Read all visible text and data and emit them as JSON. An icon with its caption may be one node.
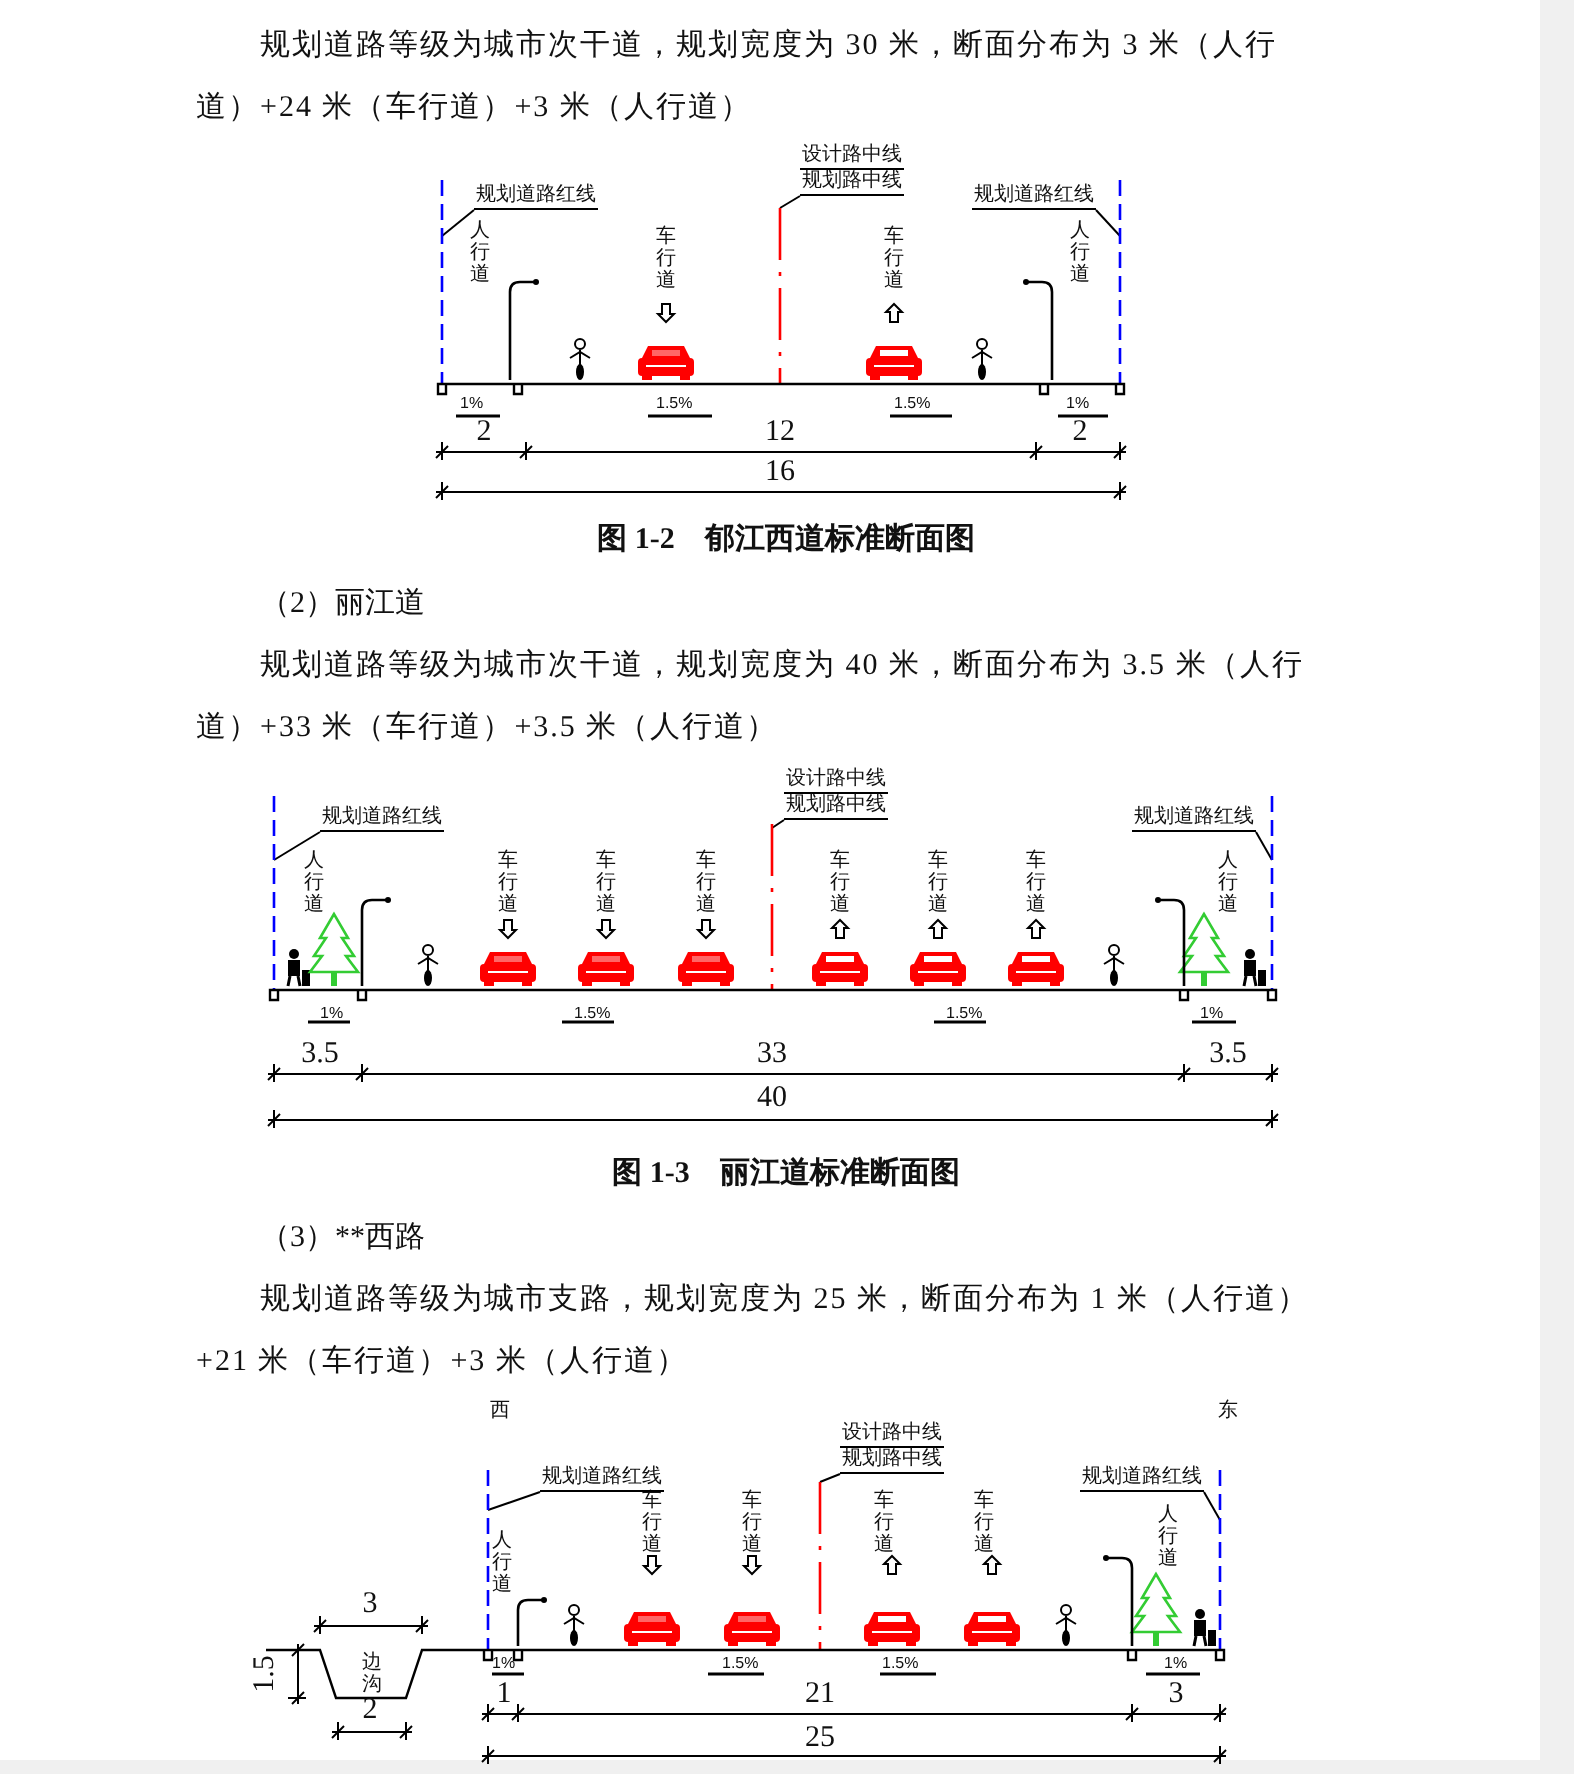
{
  "diagram": {
    "nodes": [
      {
        "text": [
          "规划道路红线"
        ]
      },
      {
        "text": [
          "设计路中线",
          "规划路中线"
        ]
      },
      {
        "text": [
          "规划道路红线"
        ]
      },
      {
        "text": [
          "规划道路红线"
        ]
      },
      {
        "text": [
          "设计路中线",
          "规划路中线"
        ]
      },
      {
        "text": [
          "规划道路红线"
        ]
      },
      {
        "text": [
          "规划道路红线"
        ]
      },
      {
        "text": [
          "设计路中线",
          "规划路中线"
        ]
      },
      {
        "text": [
          "规划道路红线"
        ]
      }
    ],
    "edges": [
      {
        "from": 0,
        "to": null,
        "arrow": "none"
      },
      {
        "from": 1,
        "to": null,
        "arrow": "none"
      },
      {
        "from": 2,
        "to": null,
        "arrow": "none"
      },
      {
        "from": 3,
        "to": null,
        "arrow": "none"
      },
      {
        "from": 4,
        "to": null,
        "arrow": "none"
      },
      {
        "from": 5,
        "to": null,
        "arrow": "none"
      },
      {
        "from": 6,
        "to": null,
        "arrow": "none"
      },
      {
        "from": 7,
        "to": null,
        "arrow": "none"
      },
      {
        "from": 8,
        "to": null,
        "arrow": "none"
      }
    ],
    "labels": [
      "规划道路等级为城市次干道，规划宽度为 30 米，断面分布为 3 米（人行道）+24 米（车行道）+3 米（人行道）",
      "人行道",
      "车行道",
      "车行道",
      "人行道",
      "1%",
      "1.5%",
      "1.5%",
      "1%",
      "2",
      "12",
      "2",
      "16",
      "图 1-2　郁江西道标准断面图",
      "（2）丽江道",
      "规划道路等级为城市次干道，规划宽度为 40 米，断面分布为 3.5 米（人行道）+33 米（车行道）+3.5 米（人行道）",
      "人行道",
      "车行道",
      "车行道",
      "车行道",
      "车行道",
      "车行道",
      "车行道",
      "人行道",
      "1%",
      "1.5%",
      "1.5%",
      "1%",
      "3.5",
      "33",
      "3.5",
      "40",
      "图 1-3　丽江道标准断面图",
      "（3）**西路",
      "规划道路等级为城市支路，规划宽度为 25 米，断面分布为 1 米（人行道）+21 米（车行道）+3 米（人行道）",
      "西",
      "东",
      "人行道",
      "车行道",
      "车行道",
      "车行道",
      "车行道",
      "人行道",
      "3",
      "1.5",
      "边沟",
      "2",
      "1%",
      "1.5%",
      "1.5%",
      "1%",
      "1",
      "21",
      "3",
      "25"
    ]
  }
}
